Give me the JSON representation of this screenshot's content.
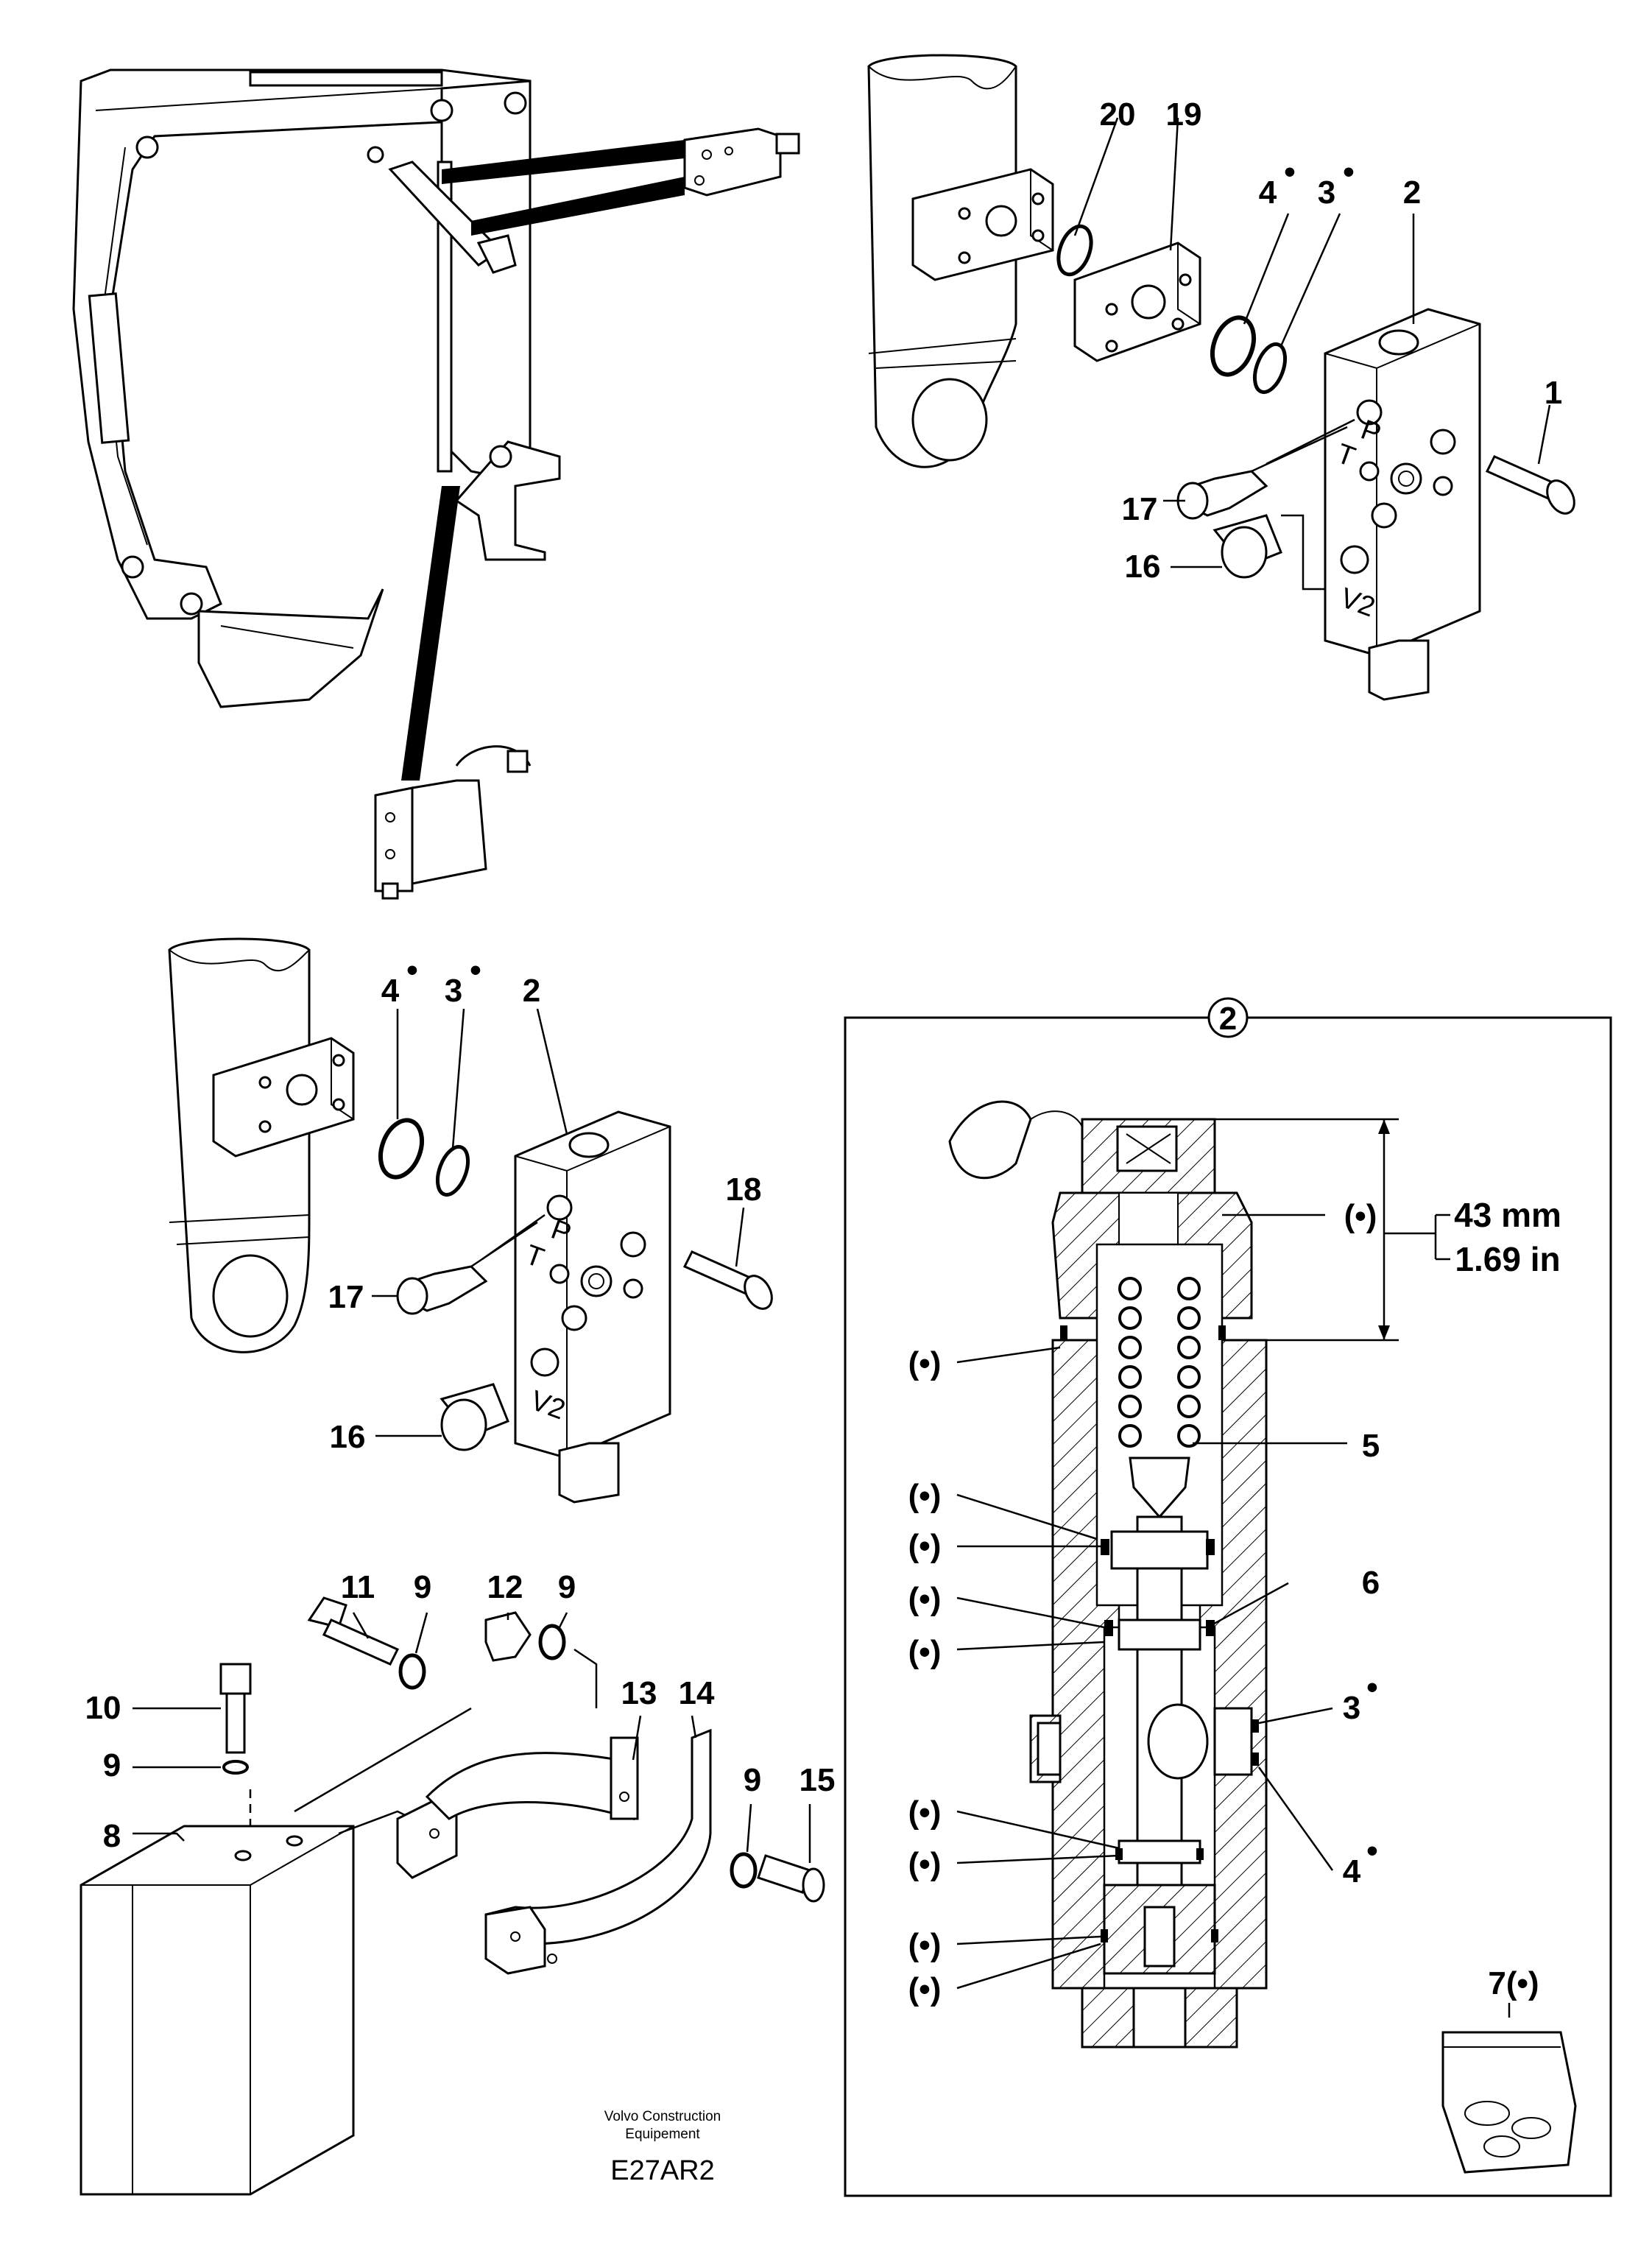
{
  "callouts": {
    "n1": "1",
    "n2": "2",
    "n3": "3",
    "n4": "4",
    "n5": "5",
    "n6": "6",
    "n7": "7(•)",
    "n8": "8",
    "n9": "9",
    "n10": "10",
    "n11": "11",
    "n12": "12",
    "n13": "13",
    "n14": "14",
    "n15": "15",
    "n16": "16",
    "n17": "17",
    "n18": "18",
    "n19": "19",
    "n20": "20",
    "bullet": "•",
    "paren_bullet": "(•)"
  },
  "port_marks": {
    "p": "P",
    "t": "T",
    "v2": "V2"
  },
  "detail": {
    "circle_label": "2"
  },
  "dimension": {
    "metric": "43 mm",
    "imperial": "1.69 in"
  },
  "footer": {
    "brand_line1": "Volvo Construction",
    "brand_line2": "Equipement",
    "code": "E27AR2"
  }
}
